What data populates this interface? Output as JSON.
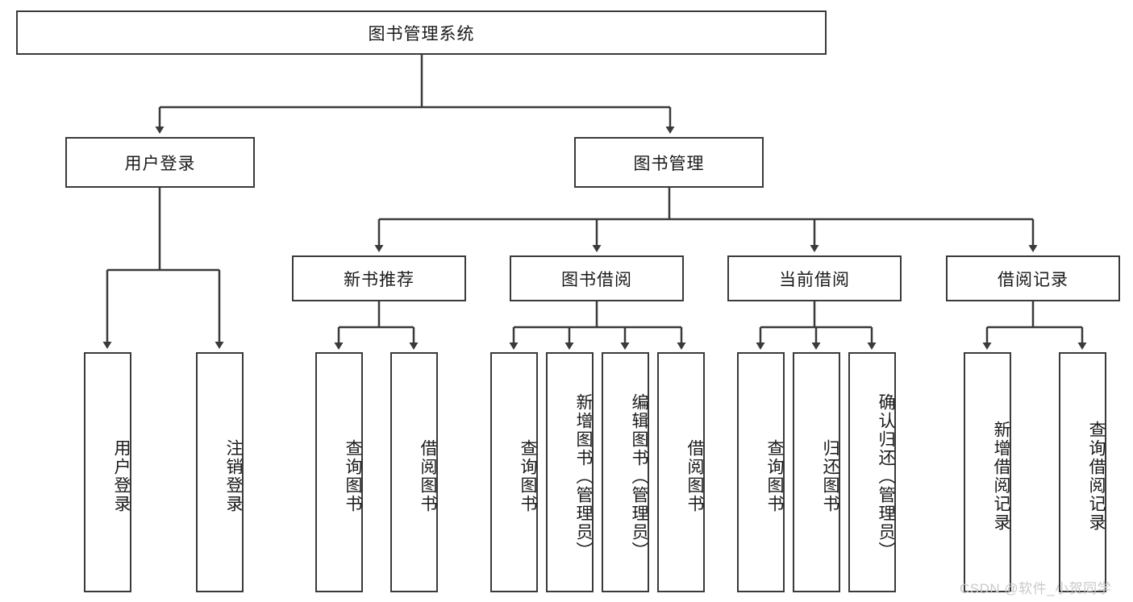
{
  "diagram": {
    "title": "图书管理系统",
    "type": "hierarchy-tree",
    "watermark": "CSDN @软件_小贺同学",
    "colors": {
      "background": "#ffffff",
      "node_border": "#3a3a3a",
      "node_fill": "#ffffff",
      "edge": "#3a3a3a",
      "text": "#1a1a1a",
      "watermark": "#c9c9c9"
    },
    "root": {
      "label": "图书管理系统"
    },
    "level1": [
      {
        "label": "用户登录"
      },
      {
        "label": "图书管理"
      }
    ],
    "level2": [
      {
        "label": "新书推荐"
      },
      {
        "label": "图书借阅"
      },
      {
        "label": "当前借阅"
      },
      {
        "label": "借阅记录"
      }
    ],
    "leaves_user_login": [
      {
        "label": "用户登录"
      },
      {
        "label": "注销登录"
      }
    ],
    "leaves_new_book": [
      {
        "label": "查询图书"
      },
      {
        "label": "借阅图书"
      }
    ],
    "leaves_borrow": [
      {
        "label": "查询图书"
      },
      {
        "label": "新增图书（管理员）"
      },
      {
        "label": "编辑图书（管理员）"
      },
      {
        "label": "借阅图书"
      }
    ],
    "leaves_current": [
      {
        "label": "查询图书"
      },
      {
        "label": "归还图书"
      },
      {
        "label": "确认归还（管理员）"
      }
    ],
    "leaves_record": [
      {
        "label": "新增借阅记录"
      },
      {
        "label": "查询借阅记录"
      }
    ]
  }
}
